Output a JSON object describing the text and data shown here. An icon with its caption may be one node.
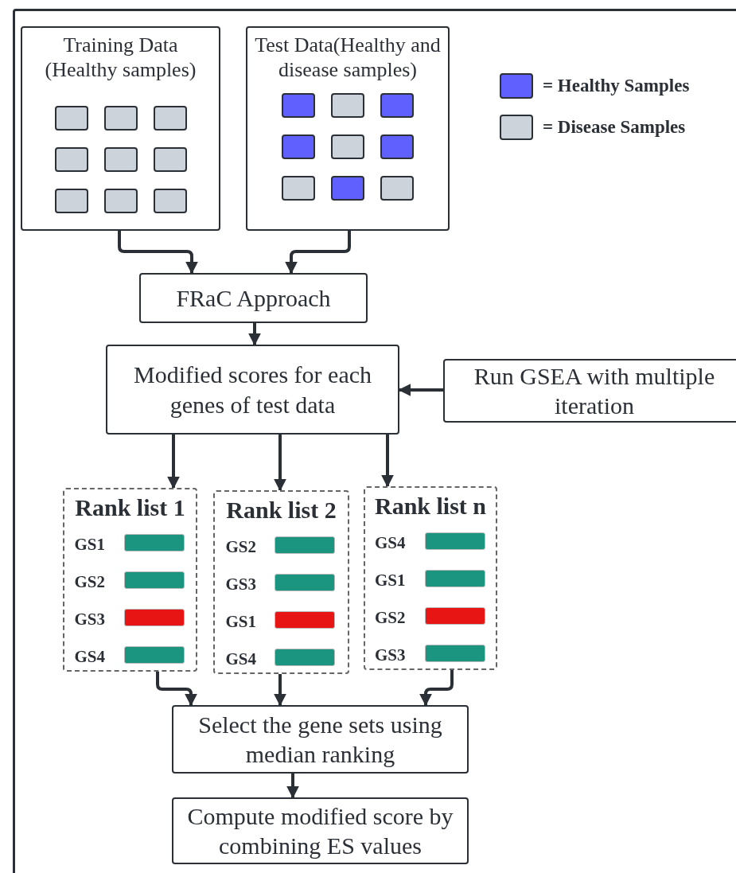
{
  "diagram": {
    "nodes": [
      {
        "text": [
          "Training Data (Healthy samples)"
        ]
      },
      {
        "text": [
          "Test Data(Healthy and disease samples)"
        ]
      },
      {
        "text": [
          "FRaC Approach"
        ]
      },
      {
        "text": [
          "Modified scores for each genes of test data"
        ]
      },
      {
        "text": [
          "Run GSEA with multiple iteration"
        ]
      },
      {
        "text": [
          "Rank list 1",
          "GS1",
          "GS2",
          "GS3",
          "GS4"
        ]
      },
      {
        "text": [
          "Rank list 2",
          "GS2",
          "GS3",
          "GS1",
          "GS4"
        ]
      },
      {
        "text": [
          "Rank list n",
          "GS4",
          "GS1",
          "GS2",
          "GS3"
        ]
      },
      {
        "text": [
          "Select the gene sets using median ranking"
        ]
      },
      {
        "text": [
          "Compute modified score by combining ES values"
        ]
      },
      {
        "text": [],
        "shape": "bar",
        "in": 5
      },
      {
        "text": [],
        "shape": "bar",
        "in": 5
      },
      {
        "text": [],
        "shape": "bar",
        "in": 5
      },
      {
        "text": [],
        "shape": "bar",
        "in": 5
      },
      {
        "text": [],
        "shape": "bar",
        "in": 6
      },
      {
        "text": [],
        "shape": "bar",
        "in": 6
      },
      {
        "text": [],
        "shape": "bar",
        "in": 6
      },
      {
        "text": [],
        "shape": "bar",
        "in": 6
      },
      {
        "text": [],
        "shape": "bar",
        "in": 7
      },
      {
        "text": [],
        "shape": "bar",
        "in": 7
      },
      {
        "text": [],
        "shape": "bar",
        "in": 7
      },
      {
        "text": [],
        "shape": "bar",
        "in": 7
      }
    ],
    "edges": [
      {
        "from": 0,
        "to": 2,
        "arrow": "to"
      },
      {
        "from": 1,
        "to": 2,
        "arrow": "to"
      },
      {
        "from": 2,
        "to": 3,
        "arrow": "to"
      },
      {
        "from": 4,
        "to": 3,
        "arrow": "to"
      },
      {
        "from": 3,
        "to": 5,
        "arrow": "to"
      },
      {
        "from": 3,
        "to": 6,
        "arrow": "to"
      },
      {
        "from": 3,
        "to": 7,
        "arrow": "to"
      },
      {
        "from": 5,
        "to": 8,
        "arrow": "to"
      },
      {
        "from": 6,
        "to": 8,
        "arrow": "to"
      },
      {
        "from": 7,
        "to": 8,
        "arrow": "to"
      },
      {
        "from": 8,
        "to": 9,
        "arrow": "to"
      }
    ],
    "legend": [
      {
        "text": "= Healthy Samples",
        "color": "#6060ff"
      },
      {
        "text": "= Disease Samples",
        "color": "#cdd3db"
      }
    ]
  }
}
